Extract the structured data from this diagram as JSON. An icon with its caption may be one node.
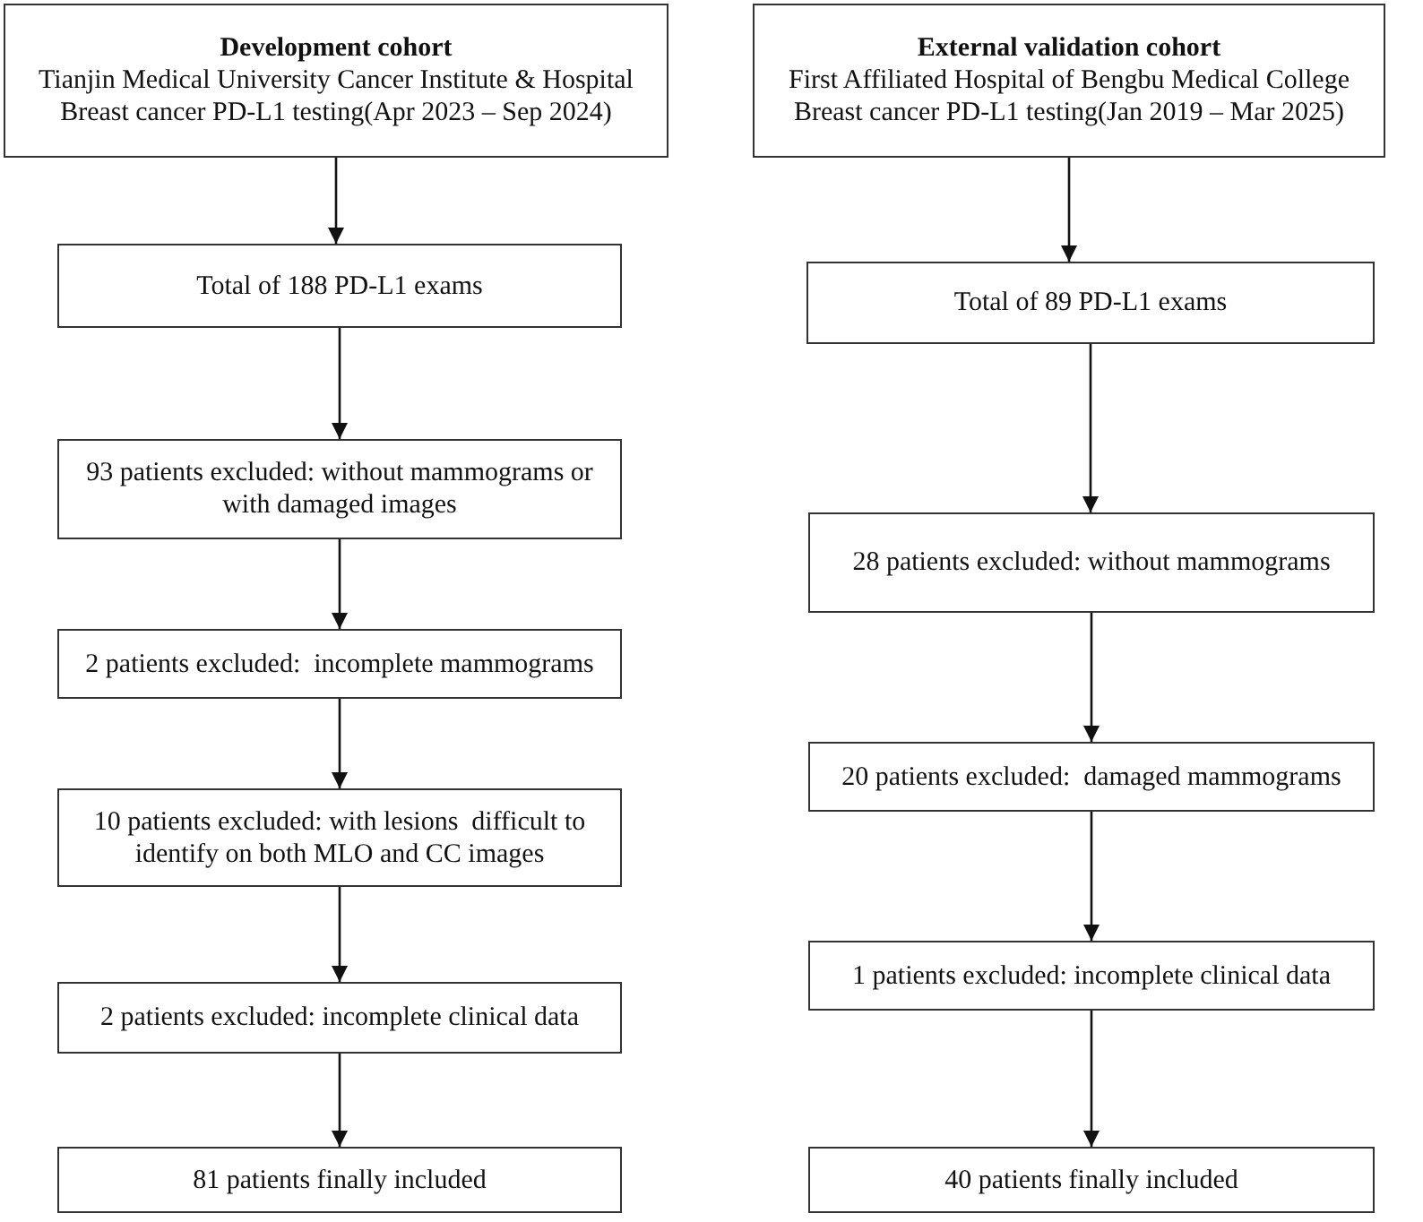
{
  "diagram": {
    "nodes": [
      {
        "text": [
          "Development cohort",
          "Tianjin Medical University Cancer Institute & Hospital Breast cancer PD-L1 testing(Apr 2023 – Sep 2024)"
        ]
      },
      {
        "text": [
          "Total of 188 PD-L1 exams"
        ]
      },
      {
        "text": [
          "93 patients excluded: without mammograms or with damaged images"
        ]
      },
      {
        "text": [
          "2 patients excluded:  incomplete mammograms"
        ]
      },
      {
        "text": [
          "10 patients excluded: with lesions  difficult to identify on both MLO and CC images"
        ]
      },
      {
        "text": [
          "2 patients excluded: incomplete clinical data"
        ]
      },
      {
        "text": [
          "81 patients finally included"
        ]
      },
      {
        "text": [
          "External validation cohort",
          "First Affiliated Hospital of Bengbu Medical College Breast cancer PD-L1 testing(Jan 2019 – Mar 2025)"
        ]
      },
      {
        "text": [
          "Total of 89 PD-L1 exams"
        ]
      },
      {
        "text": [
          "28 patients excluded: without mammograms"
        ]
      },
      {
        "text": [
          "20 patients excluded:  damaged mammograms"
        ]
      },
      {
        "text": [
          "1 patients excluded: incomplete clinical data"
        ]
      },
      {
        "text": [
          "40 patients finally included"
        ]
      }
    ],
    "edges": [
      {
        "from": 0,
        "to": 1,
        "arrow": "to"
      },
      {
        "from": 1,
        "to": 2,
        "arrow": "to"
      },
      {
        "from": 2,
        "to": 3,
        "arrow": "to"
      },
      {
        "from": 3,
        "to": 4,
        "arrow": "to"
      },
      {
        "from": 4,
        "to": 5,
        "arrow": "to"
      },
      {
        "from": 5,
        "to": 6,
        "arrow": "to"
      },
      {
        "from": 7,
        "to": 8,
        "arrow": "to"
      },
      {
        "from": 8,
        "to": 9,
        "arrow": "to"
      },
      {
        "from": 9,
        "to": 10,
        "arrow": "to"
      },
      {
        "from": 10,
        "to": 11,
        "arrow": "to"
      },
      {
        "from": 11,
        "to": 12,
        "arrow": "to"
      }
    ]
  }
}
